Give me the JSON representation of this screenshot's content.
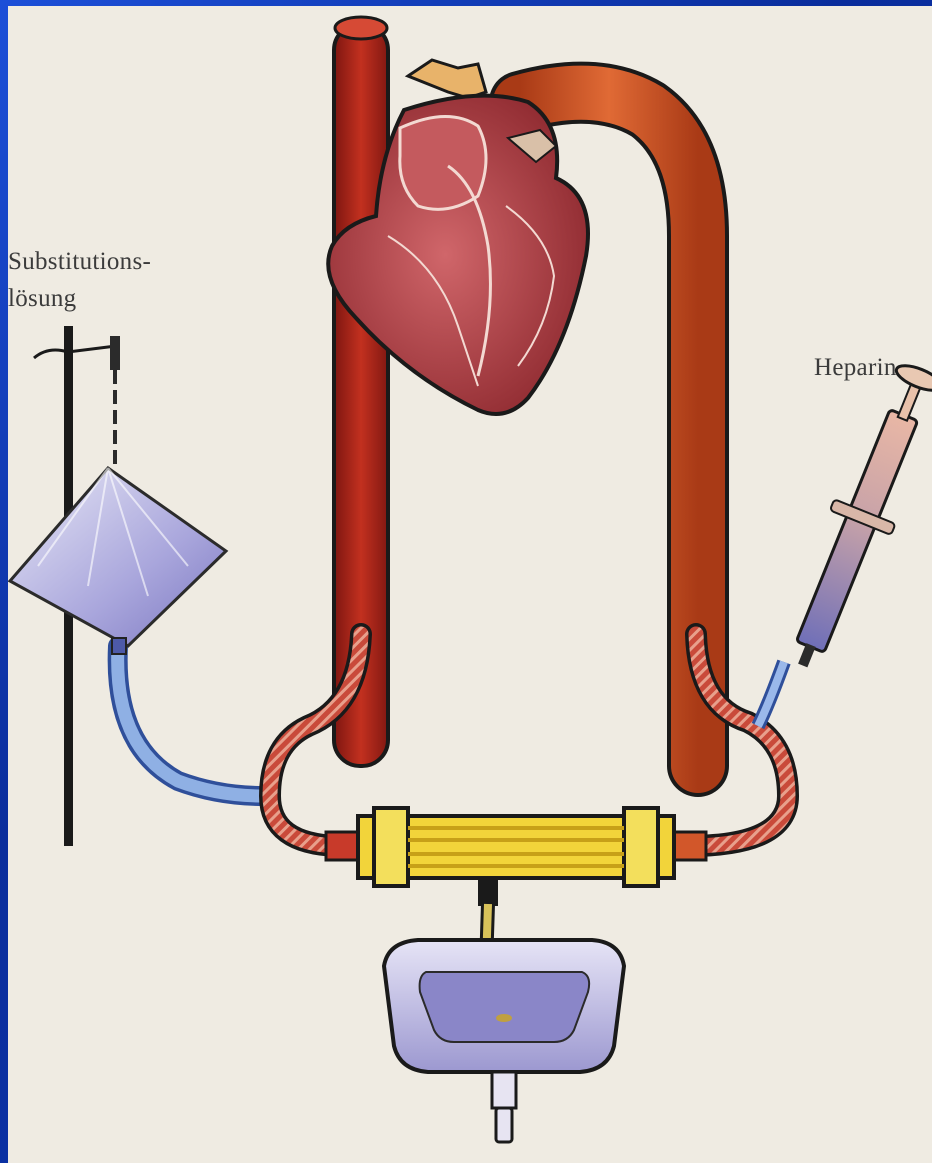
{
  "labels": {
    "substitution_line1": "Substitutions-",
    "substitution_line2": "lösung",
    "heparin": "Heparin"
  },
  "colors": {
    "background_frame": "#0c37b5",
    "paper": "#efebe2",
    "artery": "#b3261e",
    "vein": "#d2572a",
    "heart": "#b8434a",
    "filter": "#f2d43a",
    "substitution_tube": "#7ea0d8",
    "bag": "#b6b3e0",
    "sink": "#c9c6e8"
  },
  "icons": {
    "heart": "heart-icon",
    "syringe": "syringe-icon",
    "infusion_bag": "infusion-bag-icon",
    "filter": "hemofilter-icon",
    "sink": "sink-icon",
    "stand": "iv-stand-icon"
  }
}
